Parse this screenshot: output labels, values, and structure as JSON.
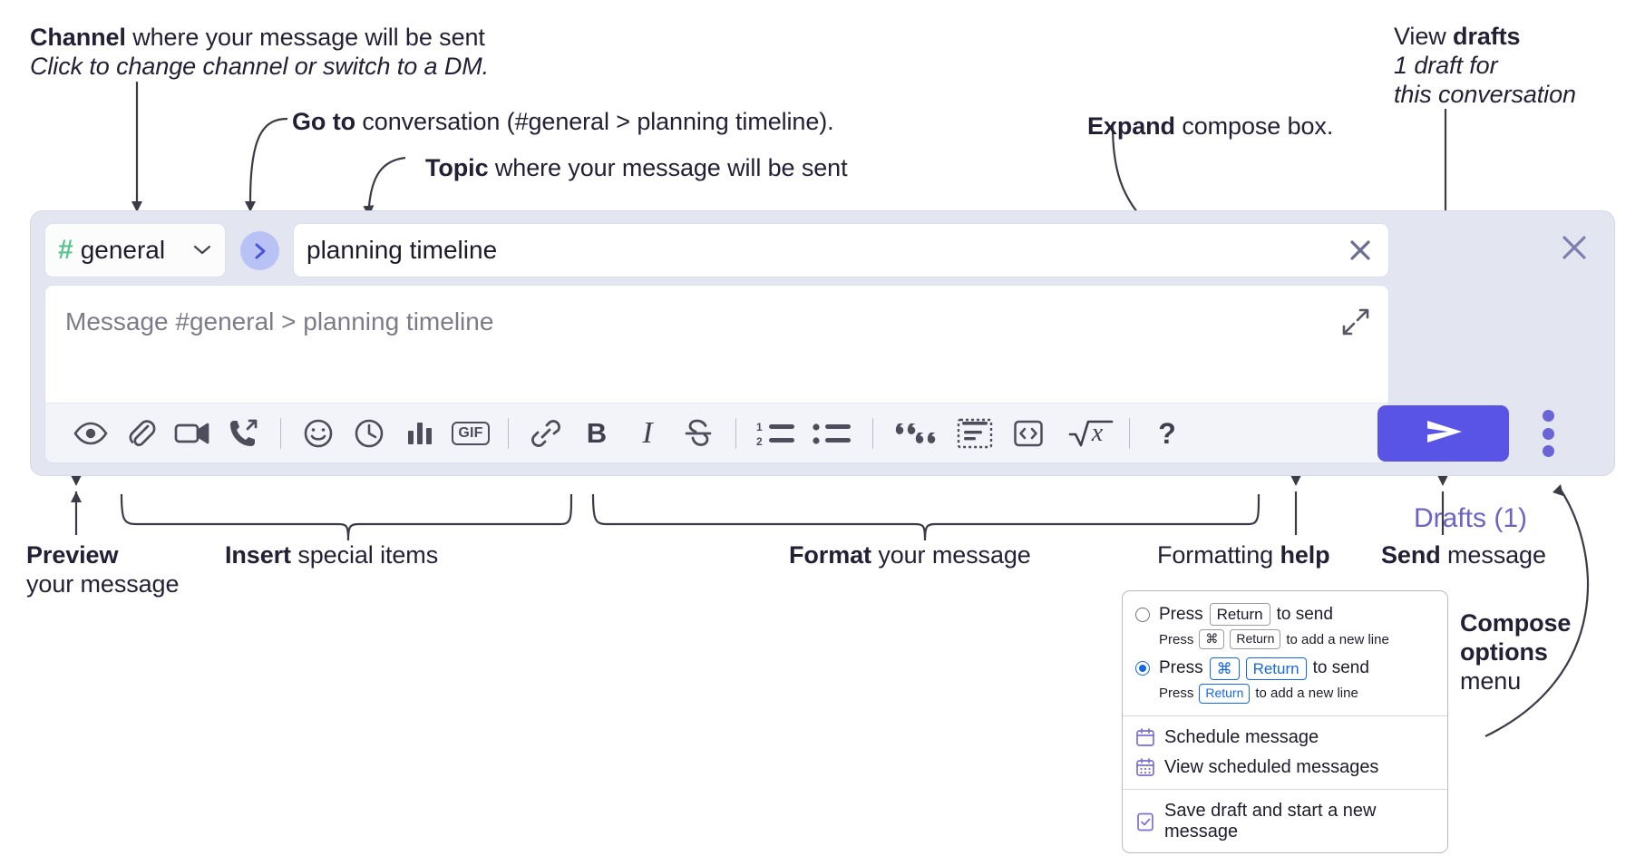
{
  "annotations": {
    "channel": {
      "title_bold": "Channel",
      "title_rest": " where your message will be sent",
      "sub": "Click to change channel or switch to a DM."
    },
    "goto": {
      "bold": "Go to",
      "rest": " conversation (#general > planning timeline)."
    },
    "topic": {
      "bold": "Topic",
      "rest": " where your message will be sent"
    },
    "expand": {
      "bold": "Expand",
      "rest": " compose box."
    },
    "drafts": {
      "bold_lead": "View ",
      "bold": "drafts",
      "sub1": "1 draft for",
      "sub2": "this conversation"
    },
    "preview": {
      "bold": "Preview",
      "rest": "your message"
    },
    "insert": {
      "bold": "Insert",
      "rest": " special items"
    },
    "format": {
      "bold": "Format",
      "rest": " your message"
    },
    "help": {
      "lead": "Formatting ",
      "bold": "help"
    },
    "send": {
      "bold": "Send",
      "rest": " message"
    },
    "compose_options": {
      "bold1": "Compose",
      "bold2": "options",
      "rest": "menu"
    }
  },
  "compose": {
    "channel_name": "general",
    "channel_hash": "#",
    "goto_icon": "chevron-right-icon",
    "topic_value": "planning timeline",
    "topic_clear_icon": "close-icon",
    "message_placeholder": "Message #general > planning timeline",
    "expand_icon": "expand-diagonal-icon",
    "drafts_label": "Drafts (1)",
    "panel_close_icon": "close-icon",
    "send_icon": "send-paper-plane-icon",
    "compose_options_icon": "kebab-menu-icon",
    "accent": "#5a54e6",
    "panel_bg": "#e3e5f1",
    "hash_color": "#5bc38f",
    "drafts_color": "#6b64c4",
    "toolbar": [
      {
        "name": "preview-icon",
        "label": "Preview"
      },
      {
        "name": "attachment-paperclip-icon",
        "label": "Attach file"
      },
      {
        "name": "video-camera-icon",
        "label": "Video clip"
      },
      {
        "name": "phone-call-icon",
        "label": "Audio clip"
      },
      {
        "name": "separator",
        "label": ""
      },
      {
        "name": "emoji-smiley-icon",
        "label": "Emoji"
      },
      {
        "name": "clock-icon",
        "label": "Reminder"
      },
      {
        "name": "bar-chart-icon",
        "label": "Poll"
      },
      {
        "name": "gif-icon",
        "label": "GIF"
      },
      {
        "name": "separator",
        "label": ""
      },
      {
        "name": "link-icon",
        "label": "Link"
      },
      {
        "name": "bold-icon",
        "label": "B"
      },
      {
        "name": "italic-icon",
        "label": "I"
      },
      {
        "name": "strikethrough-icon",
        "label": "S"
      },
      {
        "name": "separator",
        "label": ""
      },
      {
        "name": "ordered-list-icon",
        "label": "Ordered list"
      },
      {
        "name": "bulleted-list-icon",
        "label": "Bulleted list"
      },
      {
        "name": "separator",
        "label": ""
      },
      {
        "name": "blockquote-icon",
        "label": "Blockquote"
      },
      {
        "name": "code-block-icon",
        "label": "Code block"
      },
      {
        "name": "inline-code-icon",
        "label": "Code"
      },
      {
        "name": "math-icon",
        "label": "Math"
      },
      {
        "name": "separator",
        "label": ""
      },
      {
        "name": "help-question-icon",
        "label": "?"
      }
    ]
  },
  "options_menu": {
    "send_options": [
      {
        "selected": false,
        "main_pre": "Press",
        "main_key": "Return",
        "main_post": "to send",
        "sub_pre": "Press",
        "sub_key1": "⌘",
        "sub_key2": "Return",
        "sub_post": "to add a new line"
      },
      {
        "selected": true,
        "main_pre": "Press",
        "main_key1": "⌘",
        "main_key2": "Return",
        "main_post": "to send",
        "sub_pre": "Press",
        "sub_key": "Return",
        "sub_post": "to add a new line"
      }
    ],
    "items": [
      {
        "icon": "calendar-schedule-icon",
        "label": "Schedule message"
      },
      {
        "icon": "calendar-grid-icon",
        "label": "View scheduled messages"
      },
      {
        "icon": "document-check-icon",
        "label": "Save draft and start a new message"
      }
    ]
  }
}
